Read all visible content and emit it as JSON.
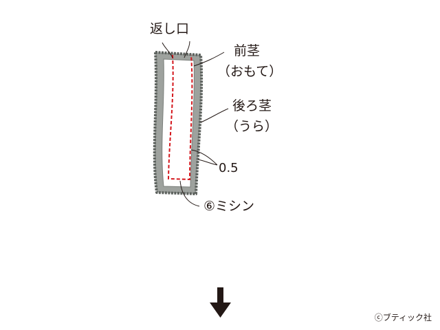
{
  "labels": {
    "opening": "返し口",
    "front_stem": "前茎",
    "front_stem_side": "（おもて）",
    "back_stem": "後ろ茎",
    "back_stem_side": "（うら）",
    "seam_allowance": "0.5",
    "sewing_step": "⑥ミシン"
  },
  "colors": {
    "fabric_fill": "#9ea29e",
    "fabric_edge": "#5d625e",
    "inner_panel": "#ffffff",
    "stitch_line": "#d4161c",
    "leader_line": "#231815",
    "arrow": "#231815"
  },
  "arrow_icon": "down-arrow-icon",
  "copyright": "ⓒブティック社"
}
